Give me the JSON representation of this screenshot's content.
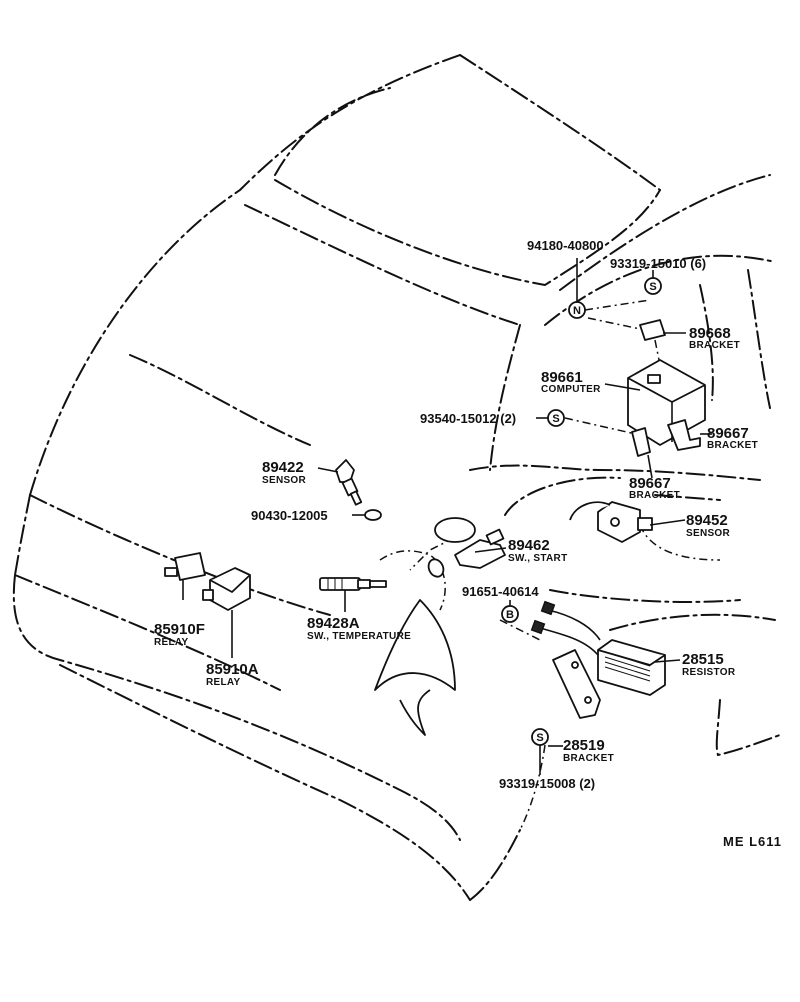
{
  "parts": {
    "p94180": {
      "number": "94180-40800"
    },
    "p93319_15010": {
      "number": "93319-15010 (6)",
      "symbol": "S"
    },
    "p89668": {
      "number": "89668",
      "desc": "BRACKET"
    },
    "p89661": {
      "number": "89661",
      "desc": "COMPUTER"
    },
    "p93540": {
      "number": "93540-15012 (2)",
      "symbol": "S"
    },
    "p89667a": {
      "number": "89667",
      "desc": "BRACKET"
    },
    "p89667b": {
      "number": "89667",
      "desc": "BRACKET"
    },
    "p89422": {
      "number": "89422",
      "desc": "SENSOR"
    },
    "p90430": {
      "number": "90430-12005"
    },
    "p89452": {
      "number": "89452",
      "desc": "SENSOR"
    },
    "p89462": {
      "number": "89462",
      "desc": "SW., START"
    },
    "p91651": {
      "number": "91651-40614",
      "symbol": "B"
    },
    "p89428A": {
      "number": "89428A",
      "desc": "SW., TEMPERATURE"
    },
    "p85910F": {
      "number": "85910F",
      "desc": "RELAY"
    },
    "p85910A": {
      "number": "85910A",
      "desc": "RELAY"
    },
    "p28515": {
      "number": "28515",
      "desc": "RESISTOR"
    },
    "p28519": {
      "number": "28519",
      "desc": "BRACKET"
    },
    "p93319_15008": {
      "number": "93319-15008 (2)",
      "symbol": "S"
    }
  },
  "nut_symbol": "N",
  "diagram_code": "ME  L611"
}
